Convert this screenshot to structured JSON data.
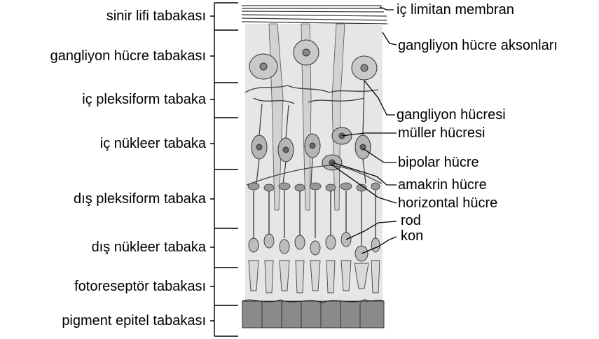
{
  "left_labels": [
    "sinir lifi tabakası",
    "gangliyon hücre tabakası",
    "iç pleksiform tabaka",
    "iç nükleer tabaka",
    "dış pleksiform tabaka",
    "dış nükleer tabaka",
    "fotoreseptör tabakası",
    "pigment epitel tabakası"
  ],
  "right_labels": [
    "iç limitan membran",
    "gangliyon hücre aksonları",
    "gangliyon hücresi",
    "müller hücresi",
    "bipolar hücre",
    "amakrin hücre",
    "horizontal hücre",
    "rod",
    "kon"
  ],
  "colors": {
    "ink": "#000000",
    "cell_fill": "#c9c9c9",
    "cell_dark": "#7a7a7a",
    "pigment": "#8a8a8a",
    "background": "#ffffff"
  }
}
